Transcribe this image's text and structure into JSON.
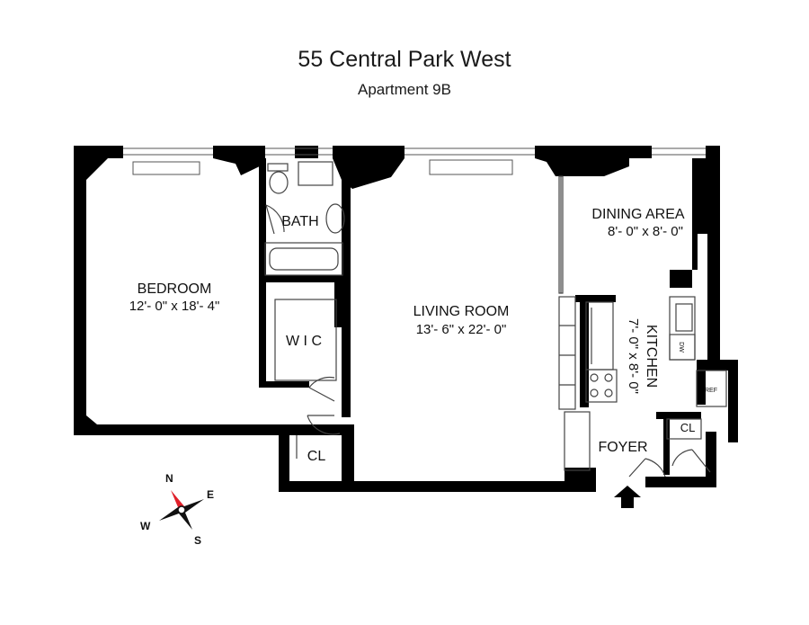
{
  "header": {
    "title": "55 Central Park West",
    "subtitle": "Apartment 9B"
  },
  "rooms": {
    "bedroom": {
      "name": "BEDROOM",
      "dims": "12'- 0\" x 18'- 4\""
    },
    "bath": {
      "name": "BATH"
    },
    "wic": {
      "name": "W I C"
    },
    "closet1": {
      "name": "CL"
    },
    "living": {
      "name": "LIVING ROOM",
      "dims": "13'- 6\" x 22'- 0\""
    },
    "dining": {
      "name": "DINING AREA",
      "dims": "8'- 0\" x 8'- 0\""
    },
    "kitchen": {
      "name": "KITCHEN",
      "dims": "7'- 0\" x 8'- 0\""
    },
    "closet2": {
      "name": "CL"
    },
    "foyer": {
      "name": "FOYER"
    }
  },
  "appliances": {
    "dishwasher": "DW",
    "refrigerator": "REF"
  },
  "compass": {
    "n": "N",
    "e": "E",
    "s": "S",
    "w": "W"
  },
  "colors": {
    "wall": "#000000",
    "fixture": "#555555",
    "north_needle": "#e0202a"
  }
}
